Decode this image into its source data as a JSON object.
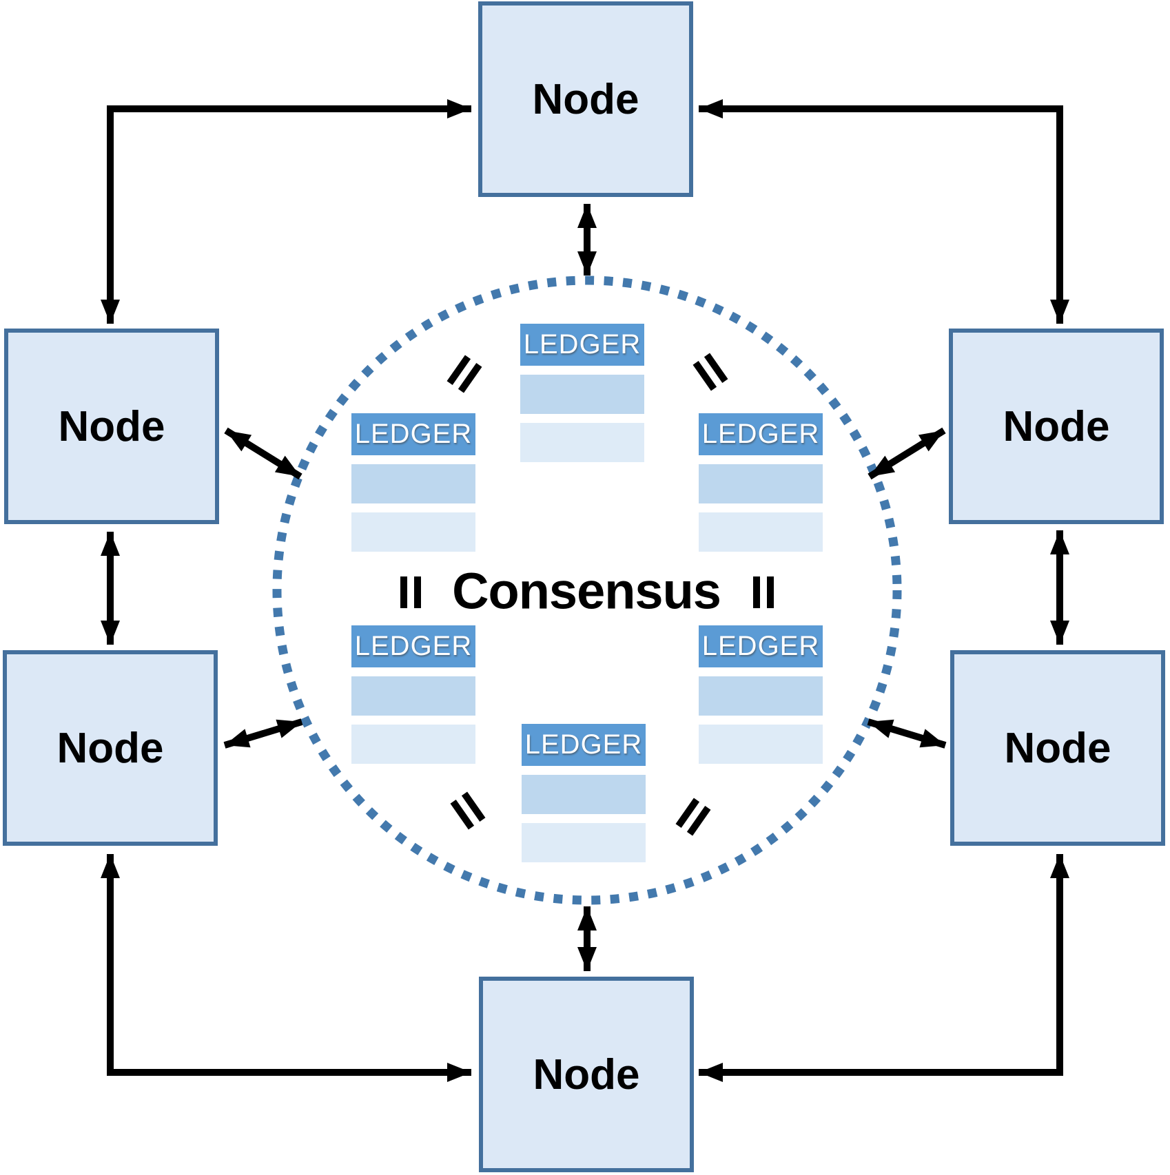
{
  "diagram": {
    "center_label": "Consensus",
    "nodes": [
      {
        "position": "top",
        "label": "Node"
      },
      {
        "position": "left-top",
        "label": "Node"
      },
      {
        "position": "right-top",
        "label": "Node"
      },
      {
        "position": "left-bottom",
        "label": "Node"
      },
      {
        "position": "right-bottom",
        "label": "Node"
      },
      {
        "position": "bottom",
        "label": "Node"
      }
    ],
    "ledgers": [
      {
        "position": "top-center",
        "label": "LEDGER"
      },
      {
        "position": "upper-left",
        "label": "LEDGER"
      },
      {
        "position": "upper-right",
        "label": "LEDGER"
      },
      {
        "position": "lower-left",
        "label": "LEDGER"
      },
      {
        "position": "lower-right",
        "label": "LEDGER"
      },
      {
        "position": "bottom-center",
        "label": "LEDGER"
      }
    ],
    "equals_sign_count": 6,
    "connections": {
      "node_to_node": "double-headed elbow and straight arrows",
      "node_to_consensus_ring": "double-headed arrows"
    },
    "colors": {
      "node_fill": "#dce8f6",
      "node_border": "#44709d",
      "ledger_header": "#5b9bd5",
      "ledger_row_1": "#bdd7ee",
      "ledger_row_2": "#deebf7",
      "circle_dots": "#4379ad",
      "arrow": "#000000"
    }
  }
}
